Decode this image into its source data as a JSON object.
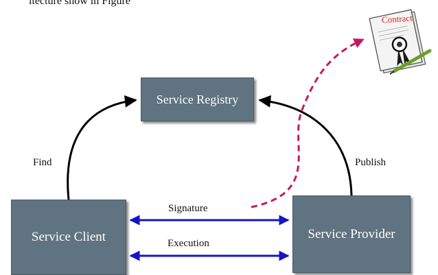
{
  "top_text": "itecture show in Figure",
  "nodes": {
    "registry": "Service Registry",
    "client": "Service Client",
    "provider": "Service Provider"
  },
  "labels": {
    "find": "Find",
    "publish": "Publish",
    "signature": "Signature",
    "execution": "Execution"
  },
  "contract": {
    "label": "Contract"
  },
  "colors": {
    "node_fill": "#5f7380",
    "double_arrow": "#1414c8",
    "dashed_arrow": "#c8175d",
    "contract_text": "#e0201a"
  }
}
